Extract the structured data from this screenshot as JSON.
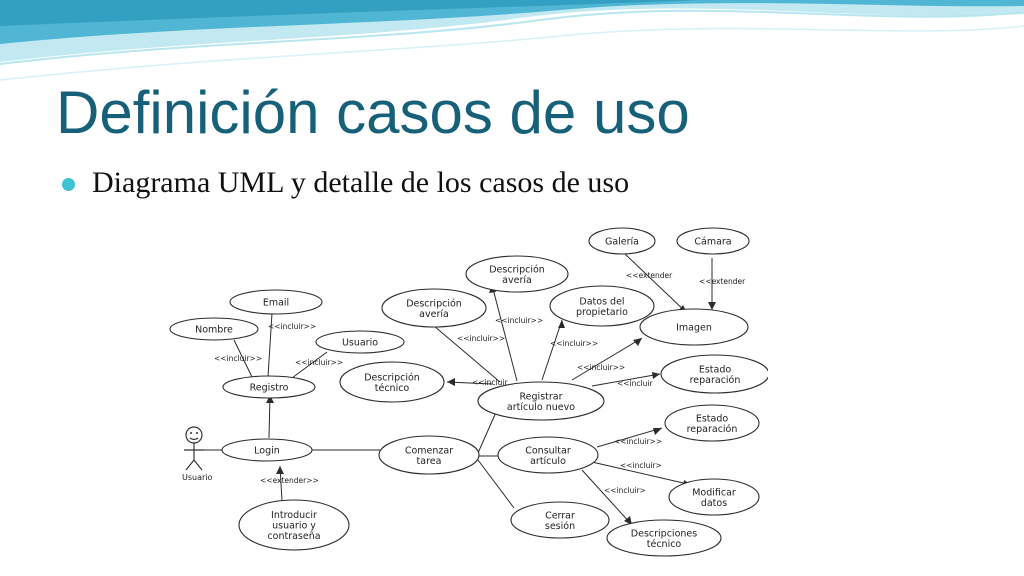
{
  "slide": {
    "title": "Definición casos de uso",
    "bullet": "Diagrama UML y detalle de los casos de uso"
  },
  "colors": {
    "title": "#17607a",
    "bullet": "#3ec1d3",
    "wave_dark": "#2aa5c8",
    "wave_light": "#9edbe9"
  },
  "diagram": {
    "actor": "Usuario",
    "use_cases": {
      "email": [
        "Email"
      ],
      "nombre": [
        "Nombre"
      ],
      "usuario": [
        "Usuario"
      ],
      "registro": [
        "Registro"
      ],
      "login": [
        "Login"
      ],
      "introducir": [
        "Introducir",
        "usuario y",
        "contraseña"
      ],
      "desc_averia_top": [
        "Descripción",
        "avería"
      ],
      "desc_averia_left": [
        "Descripción",
        "avería"
      ],
      "datos_propietario": [
        "Datos del",
        "propietario"
      ],
      "galeria": [
        "Galería"
      ],
      "camara": [
        "Cámara"
      ],
      "imagen": [
        "Imagen"
      ],
      "desc_tecnico": [
        "Descripción",
        "técnico"
      ],
      "registrar": [
        "Registrar",
        "artículo nuevo"
      ],
      "estado_rep_top": [
        "Estado",
        "reparación"
      ],
      "comenzar": [
        "Comenzar",
        "tarea"
      ],
      "consultar": [
        "Consultar",
        "artículo"
      ],
      "estado_rep_bottom": [
        "Estado",
        "reparación"
      ],
      "modificar": [
        "Modificar",
        "datos"
      ],
      "cerrar": [
        "Cerrar",
        "sesión"
      ],
      "descripciones": [
        "Descripciones",
        "técnico"
      ]
    },
    "relations": {
      "r_email": "<<incluir>>",
      "r_nombre": "<<incluir>>",
      "r_usuario": "<<incluir>>",
      "r_login": "<<extender>>",
      "r_galeria": "<<extender",
      "r_camara": "<<extender",
      "r_desc_averia": "<<incluir>>",
      "r_desc_averia_top": "<<incluir>>",
      "r_datos": "<<incluir>>",
      "r_imagen": "<<incluir>>",
      "r_tecnico": "<<incluir",
      "r_estado": "<<incluir",
      "r_estado_consulta": "<<incluir>>",
      "r_modificar": "<<incluir>",
      "r_descripciones": "<<incluir>"
    }
  }
}
